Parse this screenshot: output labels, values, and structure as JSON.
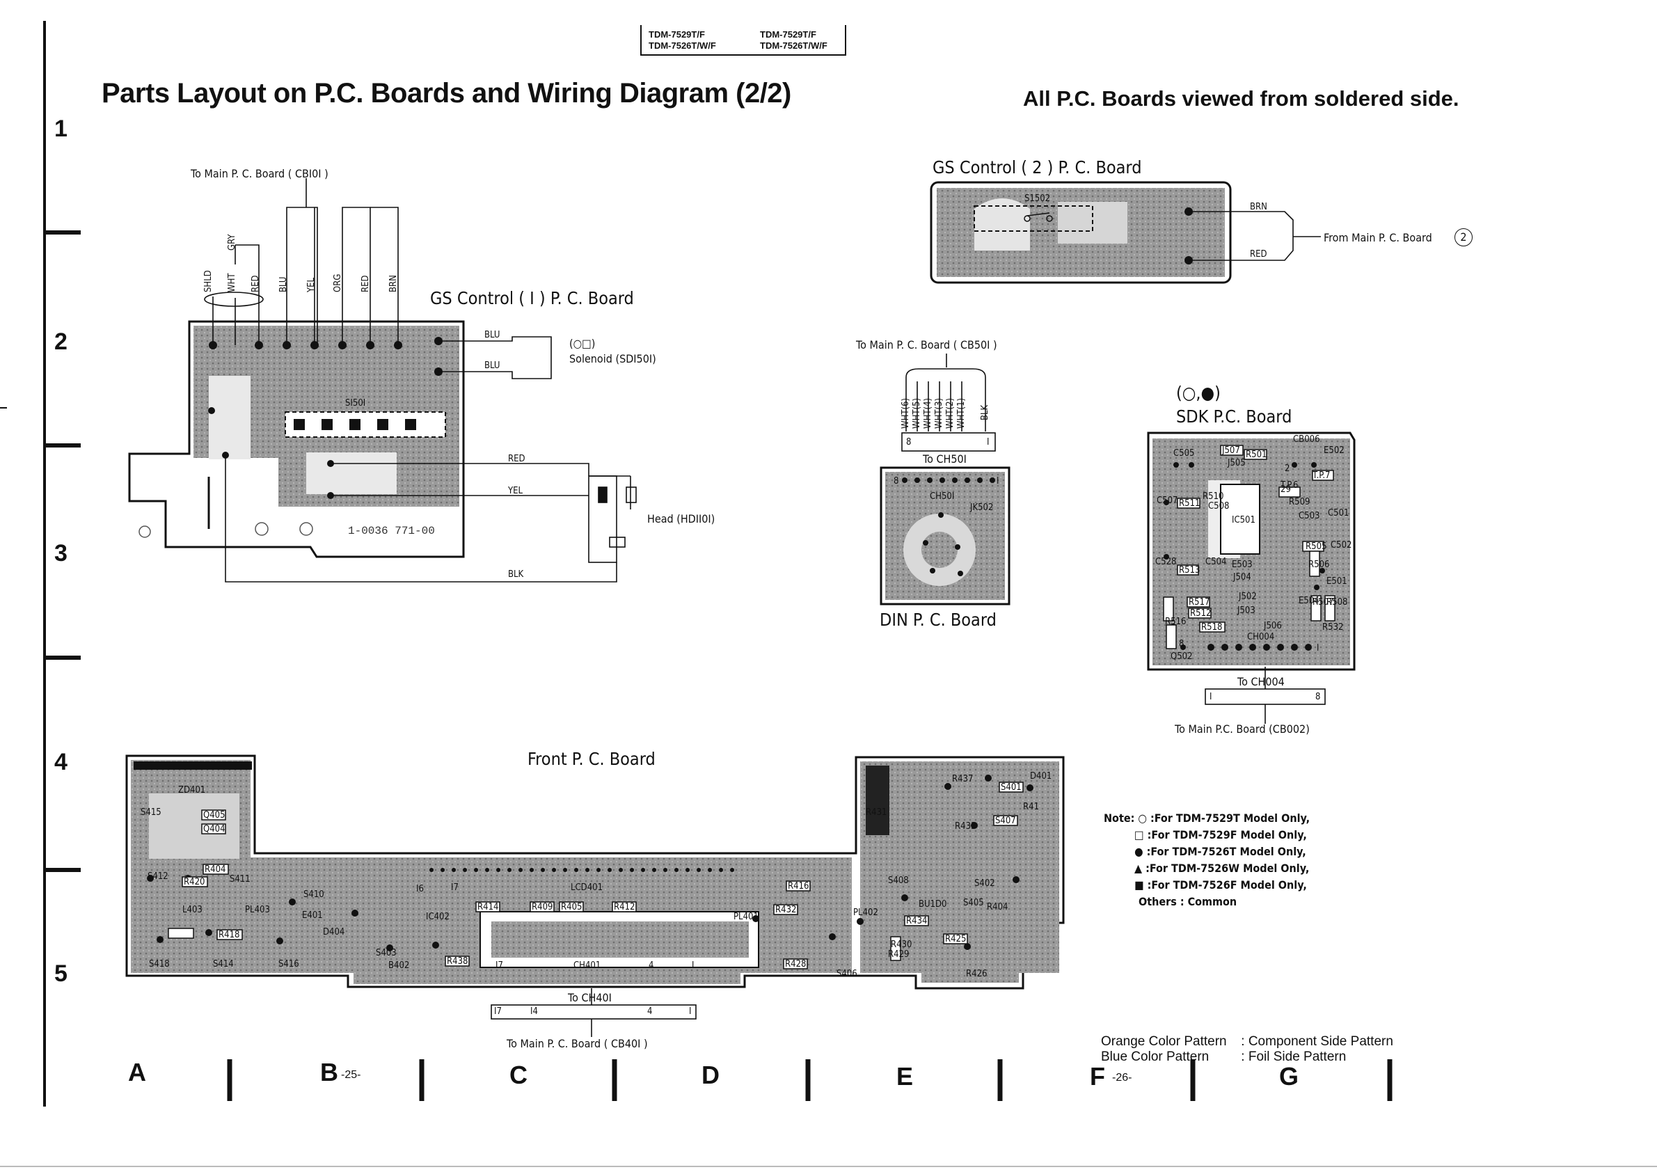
{
  "header": {
    "model_box": [
      "TDM-7529T/F",
      "TDM-7529T/F",
      "TDM-7526T/W/F",
      "TDM-7526T/W/F"
    ],
    "title": "Parts Layout on P.C. Boards and Wiring Diagram (2/2)",
    "subtitle": "All P.C. Boards viewed from soldered side."
  },
  "grid": {
    "rows": [
      "1",
      "2",
      "3",
      "4",
      "5"
    ],
    "cols": [
      "A",
      "B",
      "C",
      "D",
      "E",
      "F",
      "G"
    ],
    "page_left": "-25-",
    "page_right": "-26-"
  },
  "gs_control_1": {
    "board_name": "GS Control ( I ) P. C. Board",
    "to_main": "To Main P. C. Board ( CBI0I )",
    "wires_top": [
      "SHLD",
      "WHT",
      "GRY",
      "RED",
      "BLU",
      "YEL",
      "ORG",
      "RED",
      "BRN"
    ],
    "switch": "SI50I",
    "solenoid_wires": [
      "BLU",
      "BLU"
    ],
    "solenoid_symbol": "(○□)",
    "solenoid_label": "Solenoid (SDI50I)",
    "head_wires": [
      "RED",
      "YEL",
      "BLK"
    ],
    "head_label": "Head (HDII0I)",
    "part_number": "1-0036 771-00"
  },
  "gs_control_2": {
    "board_name": "GS Control ( 2 ) P. C. Board",
    "switch": "S1502",
    "wires": [
      "BRN",
      "RED"
    ],
    "from_main": "From Main P. C. Board",
    "connector_num": "2"
  },
  "din_board": {
    "board_name": "DIN P. C. Board",
    "to_main": "To Main P. C. Board ( CB50I )",
    "wires": [
      "WHT(6)",
      "WHT(5)",
      "WHT(4)",
      "WHT(3)",
      "WHT(2)",
      "WHT(1)",
      "BLK"
    ],
    "conn_left": "8",
    "conn_right": "I",
    "to_ch": "To CH50I",
    "parts": [
      "CH50I",
      "JK502",
      "8",
      "I"
    ]
  },
  "sdk_board": {
    "symbols": "(○,●)",
    "board_name": "SDK P.C. Board",
    "to_ch": "To CH004",
    "conn_left": "I",
    "conn_right": "8",
    "to_main": "To Main P.C. Board (CB002)",
    "parts": [
      "CB006",
      "C505",
      "J507",
      "R501",
      "E502",
      "J505",
      "T.P.7",
      "C507",
      "R511",
      "R510",
      "T.P.6",
      "R509",
      "C503",
      "C501",
      "IC501",
      "C508",
      "R505",
      "C502",
      "C528",
      "R513",
      "C504",
      "E503",
      "R506",
      "J504",
      "E501",
      "R517",
      "R512",
      "J502",
      "R507",
      "R508",
      "J503",
      "E504",
      "R516",
      "R518",
      "J506",
      "R532",
      "CH004",
      "Q502",
      "8",
      "I",
      "2",
      "29"
    ]
  },
  "front_board": {
    "board_name": "Front P. C. Board",
    "to_ch": "To CH40I",
    "conn_labels": [
      "I7",
      "I4",
      "4",
      "I"
    ],
    "to_main": "To Main P. C. Board ( CB40I )",
    "parts": [
      "ZD401",
      "S415",
      "Q405",
      "Q404",
      "R404",
      "S412",
      "R420",
      "S411",
      "S410",
      "L403",
      "PL403",
      "E401",
      "R418",
      "S418",
      "S414",
      "S416",
      "D404",
      "S403",
      "IC402",
      "B402",
      "R438",
      "I7",
      "I6",
      "R414",
      "R409",
      "R405",
      "LCD401",
      "R412",
      "I7",
      "CH401",
      "4",
      "I",
      "PL401",
      "R432",
      "R428",
      "R416",
      "S408",
      "PL402",
      "R431",
      "R434",
      "R433",
      "R425",
      "R430",
      "S402",
      "R437",
      "S401",
      "D401",
      "R41",
      "S407",
      "S405",
      "S406",
      "R426",
      "R429",
      "BU1D0",
      "R404"
    ]
  },
  "notes": {
    "prefix": "Note:",
    "items": [
      {
        "sym": "○",
        "text": ":For TDM-7529T Model Only,"
      },
      {
        "sym": "□",
        "text": ":For TDM-7529F Model Only,"
      },
      {
        "sym": "●",
        "text": ":For TDM-7526T Model Only,"
      },
      {
        "sym": "▲",
        "text": ":For TDM-7526W Model Only,"
      },
      {
        "sym": "■",
        "text": ":For TDM-7526F Model Only,"
      }
    ],
    "others": "Others : Common"
  },
  "legend": {
    "row1_left": "Orange Color Pattern",
    "row1_right": ": Component Side Pattern",
    "row2_left": "Blue Color Pattern",
    "row2_right": ": Foil Side Pattern"
  }
}
